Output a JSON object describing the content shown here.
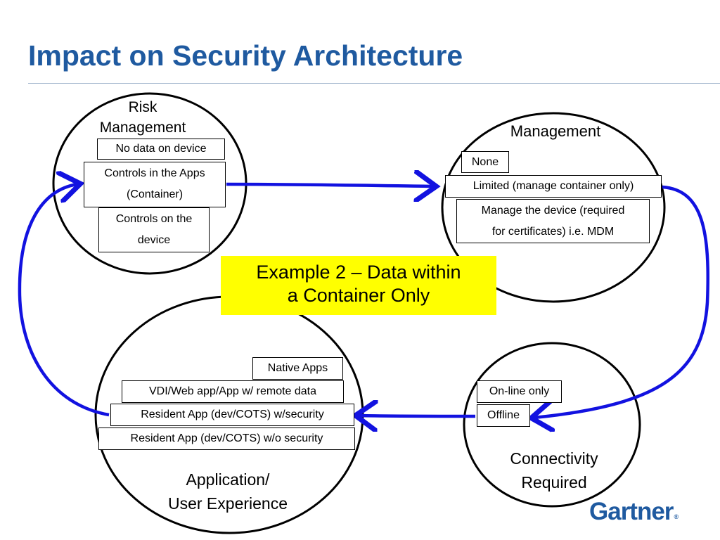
{
  "title": "Impact on Security Architecture",
  "colors": {
    "title": "#1f5aa0",
    "arrow": "#1212e0",
    "callout_bg": "#ffff00",
    "rule": "#9fb4cc"
  },
  "risk": {
    "label_line1": "Risk",
    "label_line2": "Management",
    "items": [
      "No data on device",
      "Controls in the Apps",
      "(Container)",
      "Controls on the",
      "device"
    ]
  },
  "management": {
    "label": "Management",
    "items": [
      "None",
      "Limited (manage container only)",
      "Manage the device (required",
      "for certificates) i.e. MDM"
    ]
  },
  "application": {
    "label_line1": "Application/",
    "label_line2": "User Experience",
    "items": [
      "Native Apps",
      "VDI/Web app/App w/ remote data",
      "Resident App (dev/COTS) w/security",
      "Resident App (dev/COTS) w/o security"
    ]
  },
  "connectivity": {
    "label_line1": "Connectivity",
    "label_line2": "Required",
    "items": [
      "On-line only",
      "Offline"
    ]
  },
  "callout": {
    "line1": "Example 2 – Data within",
    "line2": "a Container Only"
  },
  "logo": {
    "text": "Gartner",
    "mark": "®"
  }
}
